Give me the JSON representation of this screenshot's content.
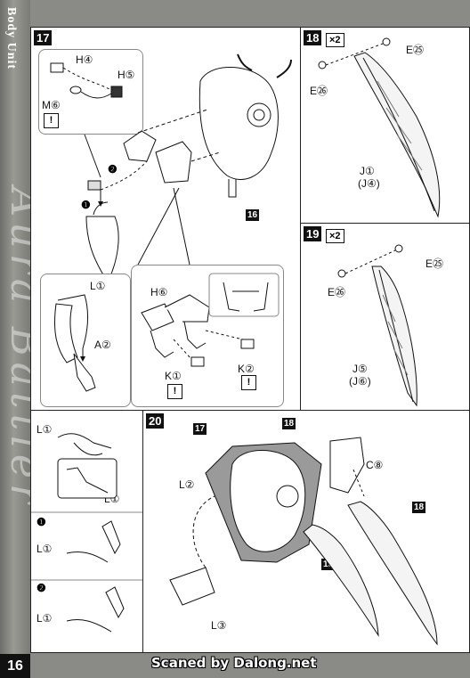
{
  "sidebar": {
    "title": "Body Unit",
    "deco_text": "Aura Battler",
    "page_number": "16"
  },
  "footer": {
    "text": "Scaned by Dalong.net"
  },
  "step17": {
    "number": "17",
    "labels": {
      "h4": "H④",
      "h5": "H⑤",
      "m6": "M⑥",
      "warn": "!",
      "ref16": "16",
      "l1": "L①",
      "a2": "A②",
      "h6": "H⑥",
      "k1": "K①",
      "k2": "K②",
      "hole1": "❶",
      "hole2": "❷"
    }
  },
  "step18": {
    "number": "18",
    "qty": "×2",
    "labels": {
      "e25": "E㉕",
      "e26": "E㉖",
      "j1": "J①",
      "j4": "(J④)"
    }
  },
  "step19": {
    "number": "19",
    "qty": "×2",
    "labels": {
      "e25": "E㉕",
      "e26": "E㉖",
      "j5": "J⑤",
      "j6": "(J⑥)"
    }
  },
  "step20": {
    "number": "20",
    "labels": {
      "ref17": "17",
      "ref18a": "18",
      "ref18b": "18",
      "ref19": "19",
      "l2": "L②",
      "l3": "L③",
      "c8": "C⑧"
    }
  },
  "detail": {
    "labels": {
      "l1a": "L①",
      "l1b": "L①",
      "l1c": "L①",
      "l1d": "L①",
      "step1": "❶",
      "step2": "❷"
    }
  }
}
